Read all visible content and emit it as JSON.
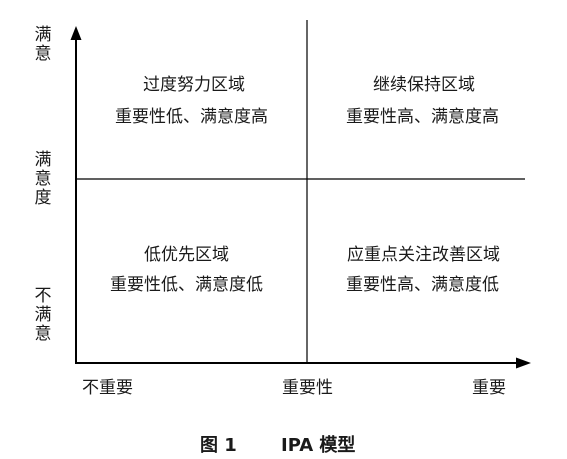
{
  "y_axis_labels": {
    "top": "满意",
    "middle": "满意度",
    "bottom": "不满意"
  },
  "x_axis_labels": {
    "left": "不重要",
    "middle": "重要性",
    "right": "重要"
  },
  "quadrants": {
    "top_left": {
      "title": "过度努力区域",
      "subtitle": "重要性低、满意度高"
    },
    "top_right": {
      "title": "继续保持区域",
      "subtitle": "重要性高、满意度高"
    },
    "bottom_left": {
      "title": "低优先区域",
      "subtitle": "重要性低、满意度低"
    },
    "bottom_right": {
      "title": "应重点关注改善区域",
      "subtitle": "重要性高、满意度低"
    }
  },
  "caption": {
    "figure_number": "图 1",
    "title": "IPA 模型"
  }
}
